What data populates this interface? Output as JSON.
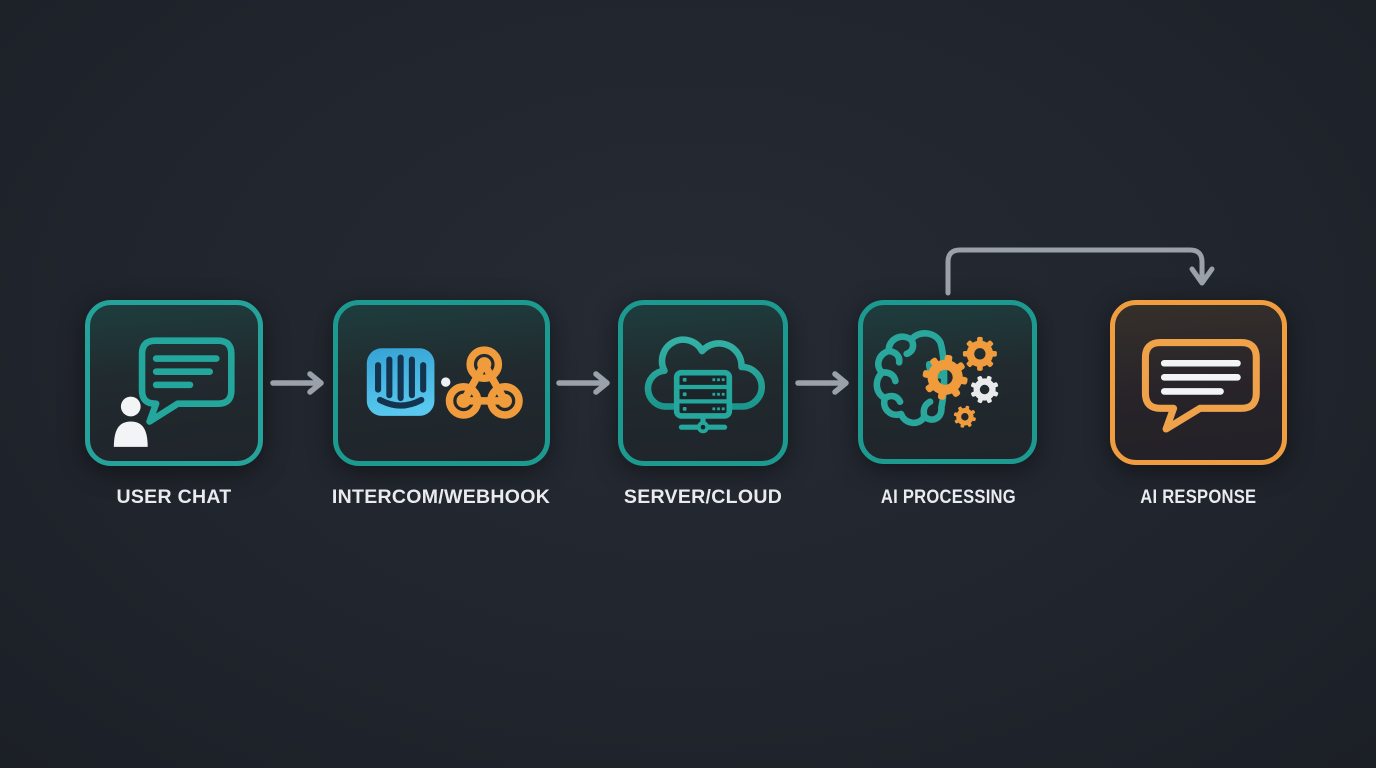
{
  "diagram": {
    "nodes": [
      {
        "id": "user-chat",
        "label": "USER CHAT",
        "accent": "#25a39a",
        "icons": [
          "chat-bubble-icon",
          "user-icon"
        ]
      },
      {
        "id": "intercom-webhook",
        "label": "INTERCOM/WEBHOOK",
        "accent": "#1c9a90",
        "icons": [
          "intercom-icon",
          "webhook-icon"
        ]
      },
      {
        "id": "server-cloud",
        "label": "SERVER/CLOUD",
        "accent": "#1c9a90",
        "icons": [
          "cloud-server-icon"
        ]
      },
      {
        "id": "ai-processing",
        "label": "AI PROCESSING",
        "accent": "#1c9a90",
        "icons": [
          "brain-icon",
          "gears-icon"
        ]
      },
      {
        "id": "ai-response",
        "label": "AI RESPONSE",
        "accent": "#ef9d3e",
        "icons": [
          "chat-bubble-icon"
        ]
      }
    ],
    "flow": [
      {
        "from": "USER CHAT",
        "to": "INTERCOM/WEBHOOK",
        "style": "straight-arrow"
      },
      {
        "from": "INTERCOM/WEBHOOK",
        "to": "SERVER/CLOUD",
        "style": "straight-arrow"
      },
      {
        "from": "SERVER/CLOUD",
        "to": "AI PROCESSING",
        "style": "straight-arrow"
      },
      {
        "from": "AI PROCESSING",
        "to": "AI RESPONSE",
        "style": "top-elbow-arrow"
      }
    ],
    "colors": {
      "background": "#21252d",
      "teal_accent": "#1c9a90",
      "orange_accent": "#ef9d3e",
      "arrow_gray": "#9aa1ab",
      "label_text": "#e9ebee",
      "intercom_blue": "#45b9e6",
      "intercom_navy": "#14334f",
      "webhook_orange": "#f09c3c",
      "gear_orange": "#f09c3c",
      "gear_white": "#e8eaec",
      "white": "#f2f4f6"
    }
  }
}
